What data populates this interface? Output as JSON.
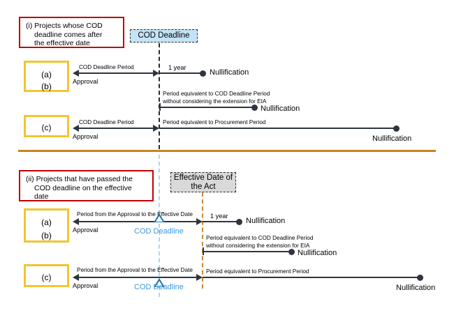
{
  "figure": {
    "title": "COD deadline / nullification timeline diagram",
    "colors": {
      "callout_border": "#c00000",
      "letter_box_border": "#f2c531",
      "divider": "#c8821f",
      "cod_chip_fill": "#c5e3f6",
      "effective_chip_fill": "#d9d9d9",
      "timeline": "#2e3440",
      "cod_marker_blue": "#3a9ad9",
      "effective_guide": "#c8872e",
      "cod_guide": "#aed7ee"
    }
  },
  "section_i": {
    "callout": {
      "line1": "(i) Projects whose COD",
      "line2": "deadline comes after",
      "line3": "the effective date"
    },
    "chip": "COD Deadline",
    "group_ab": {
      "a": "(a)",
      "b": "(b)"
    },
    "group_c": {
      "c": "(c)"
    },
    "row_a": {
      "left_period": "COD Deadline Period",
      "start_label": "Approval",
      "right_period": "1 year",
      "end_label": "Nullification"
    },
    "row_b": {
      "period_line1": "Period equivalent to COD Deadline Period",
      "period_line2": "without considering the extension for EIA",
      "end_label": "Nullification"
    },
    "row_c": {
      "left_period": "COD Deadline Period",
      "start_label": "Approval",
      "right_period": "Period equivalent to Procurement Period",
      "end_label": "Nullification"
    }
  },
  "section_ii": {
    "callout": {
      "line1": "(ii) Projects that have passed the",
      "line2": "COD deadline on the effective",
      "line3": "date"
    },
    "chip_line1": "Effective Date of",
    "chip_line2": "the Act",
    "group_ab": {
      "a": "(a)",
      "b": "(b)"
    },
    "group_c": {
      "c": "(c)"
    },
    "row_a": {
      "left_period": "Period from the Approval to the Effective Date",
      "start_label": "Approval",
      "marker_label": "COD Deadline",
      "right_period": "1 year",
      "end_label": "Nullification"
    },
    "row_b": {
      "period_line1": "Period equivalent to COD Deadline Period",
      "period_line2": "without considering the extension for EIA",
      "end_label": "Nullification"
    },
    "row_c": {
      "left_period": "Period from the Approval to the Effective Date",
      "start_label": "Approval",
      "marker_label": "COD Deadline",
      "right_period": "Period equivalent to Procurement Period",
      "end_label": "Nullification"
    }
  }
}
